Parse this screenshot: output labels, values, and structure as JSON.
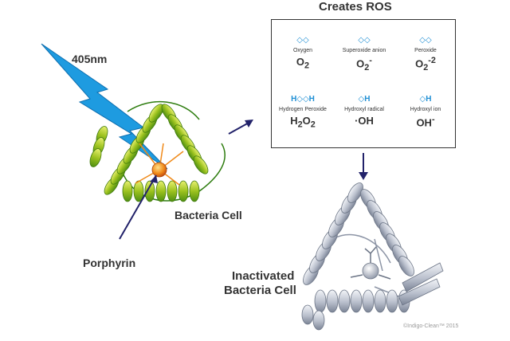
{
  "labels": {
    "wavelength": "405nm",
    "bacteria_cell": "Bacteria Cell",
    "porphyrin": "Porphyrin",
    "inactivated_line1": "Inactivated",
    "inactivated_line2": "Bacteria Cell",
    "copyright": "©Indigo-Clean™ 2015"
  },
  "ros": {
    "title": "Creates ROS",
    "items": [
      {
        "name": "Oxygen",
        "icon": "◇◇",
        "f_base": "O",
        "f_sub": "2"
      },
      {
        "name": "Superoxide anion",
        "icon": "◇◇",
        "f_base": "O",
        "f_sub": "2",
        "f_sup": "-"
      },
      {
        "name": "Peroxide",
        "icon": "◇◇",
        "f_base": "O",
        "f_sub": "2",
        "f_sup": "-2"
      },
      {
        "name": "Hydrogen Peroxide",
        "icon": "H◇◇H",
        "f_base": "H",
        "f_sub": "2",
        "f_base2": "O",
        "f_sub2": "2"
      },
      {
        "name": "Hydroxyl radical",
        "icon": "◇H",
        "f_base": "·OH"
      },
      {
        "name": "Hydroxyl ion",
        "icon": "◇H",
        "f_base": "OH",
        "f_sup": "-"
      }
    ]
  },
  "colors": {
    "bolt": "#1e9be0",
    "protein_active": "#9cc21f",
    "protein_inactive": "#b9bfcc",
    "arrow": "#22226a",
    "icon_blue": "#1f8fd4"
  }
}
